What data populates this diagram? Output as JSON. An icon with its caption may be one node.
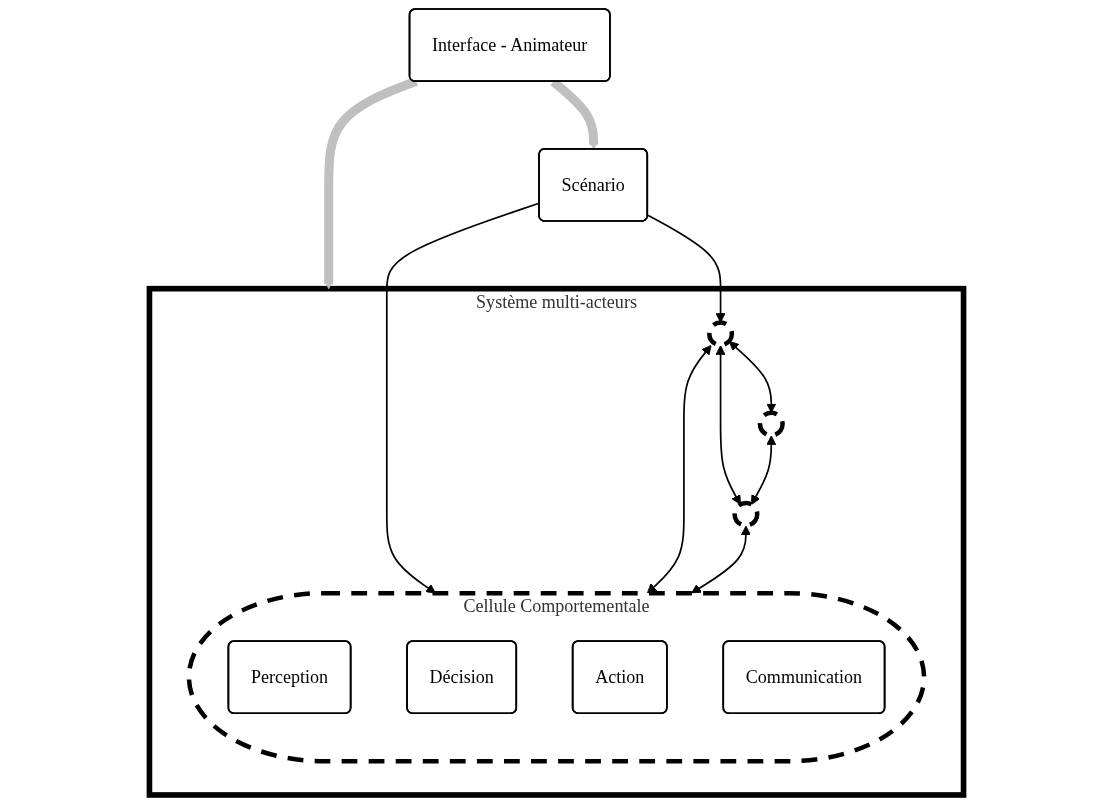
{
  "diagram": {
    "nodes": [
      {
        "text": [
          "Scénario"
        ]
      },
      {
        "text": [
          "Interface - Animateur"
        ]
      },
      {
        "text": [
          "Système multi-acteurs"
        ]
      },
      {
        "text": [],
        "shape": "circle",
        "in": 2
      },
      {
        "text": [
          "Cellule Comportementale"
        ],
        "in": 2
      },
      {
        "text": [
          "Perception"
        ],
        "in": 4
      },
      {
        "text": [
          "Décision"
        ],
        "in": 4
      },
      {
        "text": [
          "Action"
        ],
        "in": 4
      },
      {
        "text": [
          "Communication"
        ],
        "in": 4
      },
      {
        "text": [],
        "shape": "circle",
        "in": 2
      },
      {
        "text": [],
        "shape": "circle",
        "in": 2
      }
    ],
    "edges": [
      {
        "from": 1,
        "to": 0,
        "arrow": "to",
        "style": "thick",
        "color": "#bfbfbf"
      },
      {
        "from": 1,
        "to": 2,
        "arrow": "to",
        "style": "thick",
        "color": "#bfbfbf"
      },
      {
        "from": 0,
        "to": 3,
        "arrow": "to"
      },
      {
        "from": 0,
        "to": 4,
        "arrow": "to"
      },
      {
        "from": 3,
        "to": 4,
        "arrow": "both"
      },
      {
        "from": 3,
        "to": 9,
        "arrow": "both"
      },
      {
        "from": 3,
        "to": 10,
        "arrow": "both"
      },
      {
        "from": 9,
        "to": 10,
        "arrow": "both"
      },
      {
        "from": 10,
        "to": 4,
        "arrow": "both"
      }
    ]
  }
}
